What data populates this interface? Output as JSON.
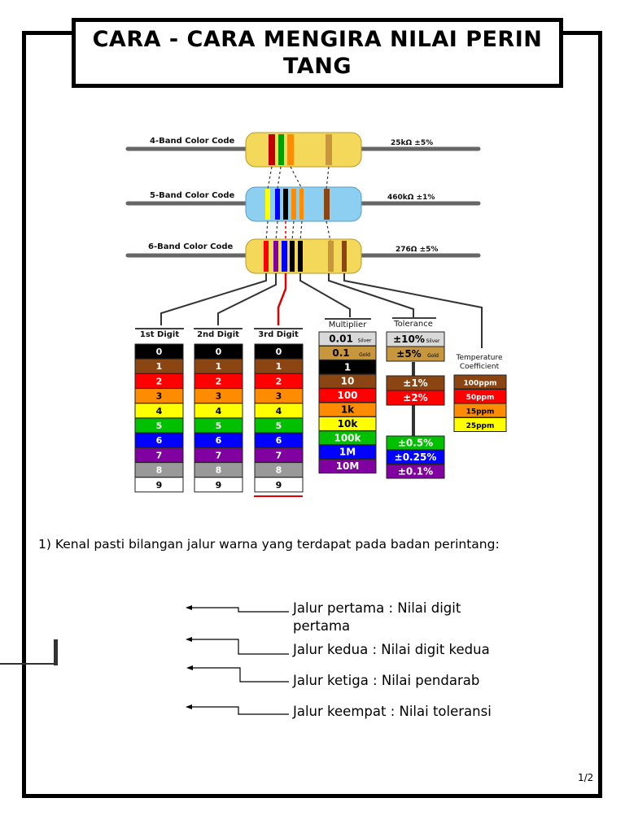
{
  "title": "CARA - CARA MENGIRA NILAI PERIN TANG",
  "figure": {
    "band_labels": [
      "4-Band Color Code",
      "5-Band Color Code",
      "6-Band Color Code"
    ],
    "values": [
      "25kΩ ±5%",
      "460kΩ ±1%",
      "276Ω ±5%"
    ],
    "column_headers": [
      "1st Digit",
      "2nd Digit",
      "3rd Digit",
      "Multiplier",
      "Tolerance",
      "Temperature Coefficient"
    ],
    "digits": [
      "0",
      "1",
      "2",
      "3",
      "4",
      "5",
      "6",
      "7",
      "8",
      "9"
    ],
    "digit_colors": [
      "#000000",
      "#8b4513",
      "#ff0000",
      "#ff8c00",
      "#ffff00",
      "#00c000",
      "#0000ff",
      "#8000a0",
      "#999999",
      "#ffffff"
    ],
    "multiplier": [
      {
        "label": "0.01",
        "sub": "Silver",
        "color": "#d9d9d9"
      },
      {
        "label": "0.1",
        "sub": "Gold",
        "color": "#c8963c"
      },
      {
        "label": "1",
        "sub": "",
        "color": "#000000"
      },
      {
        "label": "10",
        "sub": "",
        "color": "#8b4513"
      },
      {
        "label": "100",
        "sub": "",
        "color": "#ff0000"
      },
      {
        "label": "1k",
        "sub": "",
        "color": "#ff8c00"
      },
      {
        "label": "10k",
        "sub": "",
        "color": "#ffff00"
      },
      {
        "label": "100k",
        "sub": "",
        "color": "#00c000"
      },
      {
        "label": "1M",
        "sub": "",
        "color": "#0000ff"
      },
      {
        "label": "10M",
        "sub": "",
        "color": "#8000a0"
      }
    ],
    "tolerance_top": [
      {
        "label": "±10%",
        "sub": "Silver",
        "color": "#d9d9d9"
      },
      {
        "label": "±5%",
        "sub": "Gold",
        "color": "#c8963c"
      }
    ],
    "tolerance_mid": [
      {
        "label": "±1%",
        "color": "#8b4513"
      },
      {
        "label": "±2%",
        "color": "#ff0000"
      }
    ],
    "tolerance_bottom": [
      {
        "label": "±0.5%",
        "color": "#00c000"
      },
      {
        "label": "±0.25%",
        "color": "#0000ff"
      },
      {
        "label": "±0.1%",
        "color": "#8000a0"
      }
    ],
    "temp_coeff": [
      {
        "label": "100ppm",
        "color": "#8b4513"
      },
      {
        "label": "50ppm",
        "color": "#ff0000"
      },
      {
        "label": "15ppm",
        "color": "#ff8c00"
      },
      {
        "label": "25ppm",
        "color": "#ffff00"
      }
    ]
  },
  "intro": "1) Kenal pasti bilangan jalur warna yang terdapat pada badan perintang:",
  "rows": [
    {
      "line1": "Jalur pertama : Nilai digit",
      "line2": "pertama"
    },
    {
      "line1": "Jalur kedua  : Nilai digit kedua",
      "line2": ""
    },
    {
      "line1": "Jalur ketiga  : Nilai pendarab",
      "line2": ""
    },
    {
      "line1": "Jalur keempat : Nilai toleransi",
      "line2": ""
    }
  ],
  "page_number": "1/2"
}
